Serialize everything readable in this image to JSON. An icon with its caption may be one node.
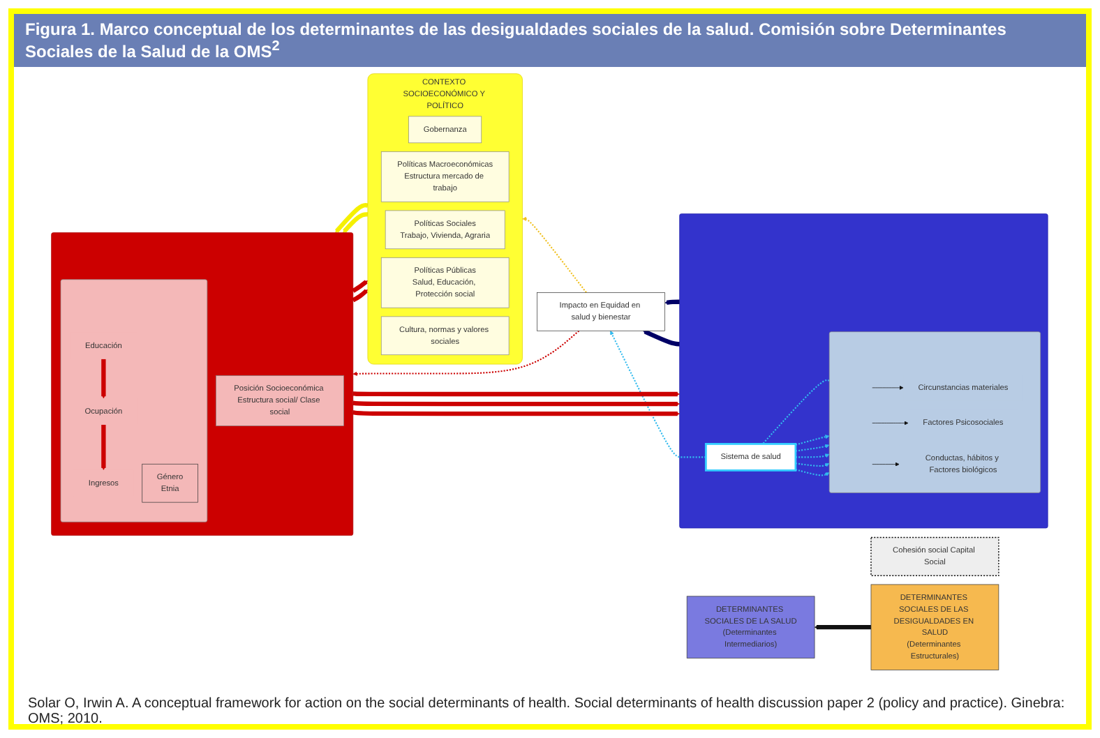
{
  "diagram": {
    "title": "Figura 1. Marco conceptual de los determinantes de las desigualdades sociales de la salud. Comisión sobre Determinantes Sociales de la Salud de la OMS$^{2}$",
    "caption": "Solar O, Irwin A. A conceptual framework for action on the social determinants of health. Social determinants of health discussion paper 2 (policy and practice). Ginebra: OMS; 2010.",
    "nodes": [
      {
        "text": [
          "CONTEXTO SOCIOECONÓMICO Y POLÍTICO"
        ]
      },
      {
        "text": [
          "Gobernanza"
        ],
        "in": 0
      },
      {
        "text": [
          "Políticas Macroeconómicas",
          "Estructura mercado de trabajo"
        ],
        "in": 0
      },
      {
        "text": [
          "Políticas Sociales",
          "Trabajo, Vivienda, Agraria"
        ],
        "in": 0
      },
      {
        "text": [
          "Políticas Públicas",
          "Salud, Educación, Protección social"
        ],
        "in": 0
      },
      {
        "text": [
          "Cultura, normas y valores sociales"
        ],
        "in": 0
      },
      {
        "text": [],
        "shape": "box"
      },
      {
        "text": [
          "Posición Socioeconómica Estructura social/ Clase social"
        ],
        "in": 6
      },
      {
        "text": [],
        "shape": "box",
        "in": 6
      },
      {
        "text": [
          "Educación"
        ],
        "in": 8
      },
      {
        "text": [
          "Ocupación"
        ],
        "in": 8
      },
      {
        "text": [
          "Ingresos"
        ],
        "in": 8
      },
      {
        "text": [
          "Género",
          "Etnia"
        ],
        "in": 8
      },
      {
        "text": [
          "Cohesión social Capital Social"
        ]
      },
      {
        "text": [],
        "shape": "box"
      },
      {
        "text": [],
        "shape": "box",
        "in": 14
      },
      {
        "text": [
          "Circunstancias materiales"
        ],
        "in": 15
      },
      {
        "text": [
          "Factores Psicosociales"
        ],
        "in": 15
      },
      {
        "text": [
          "Conductas, hábitos y Factores biológicos"
        ],
        "in": 15
      },
      {
        "text": [
          "Sistema de salud"
        ],
        "in": 14
      },
      {
        "text": [
          "Impacto en Equidad en salud y bienestar"
        ]
      },
      {
        "text": [
          "DETERMINANTES SOCIALES DE LAS DESIGUALDADES EN SALUD",
          "(Determinantes Estructurales)"
        ]
      },
      {
        "text": [
          "DETERMINANTES SOCIALES DE LA SALUD",
          "(Determinantes Intermediarios)"
        ]
      }
    ],
    "edges": [
      {
        "from": 0,
        "to": 6,
        "arrow": "to",
        "style": "thick",
        "color": "#f5f000"
      },
      {
        "from": 0,
        "to": 6,
        "arrow": "to",
        "style": "thick",
        "color": "#f5f000"
      },
      {
        "from": 6,
        "to": 14,
        "arrow": "to",
        "style": "thick",
        "color": "#cc0000"
      },
      {
        "from": 6,
        "to": 14,
        "arrow": "to",
        "style": "thick",
        "color": "#cc0000"
      },
      {
        "from": 6,
        "to": 14,
        "arrow": "to",
        "style": "thick",
        "color": "#cc0000"
      },
      {
        "from": 14,
        "to": 20,
        "arrow": "to",
        "style": "thick",
        "color": "#000066"
      },
      {
        "from": 14,
        "to": 20,
        "arrow": "to",
        "style": "thick",
        "color": "#000066"
      },
      {
        "from": 9,
        "to": 10,
        "arrow": "to",
        "style": "thick",
        "color": "#cc0000"
      },
      {
        "from": 10,
        "to": 11,
        "arrow": "to",
        "style": "thick",
        "color": "#cc0000"
      },
      {
        "from": null,
        "to": 16,
        "arrow": "to",
        "color": "#111111"
      },
      {
        "from": null,
        "to": 17,
        "arrow": "to",
        "color": "#111111"
      },
      {
        "from": null,
        "to": 18,
        "arrow": "to",
        "color": "#111111"
      },
      {
        "from": 19,
        "to": 15,
        "arrow": "to",
        "style": "dashed",
        "color": "#33bbee"
      },
      {
        "from": 19,
        "to": 15,
        "arrow": "to",
        "style": "dashed",
        "color": "#33bbee"
      },
      {
        "from": 19,
        "to": 15,
        "arrow": "to",
        "style": "dashed",
        "color": "#33bbee"
      },
      {
        "from": 19,
        "to": 15,
        "arrow": "to",
        "style": "dashed",
        "color": "#33bbee"
      },
      {
        "from": 19,
        "to": 15,
        "arrow": "to",
        "style": "dashed",
        "color": "#33bbee"
      },
      {
        "from": 15,
        "to": 19,
        "arrow": "none",
        "style": "dashed",
        "color": "#33bbee"
      },
      {
        "from": 19,
        "to": 20,
        "arrow": "to",
        "style": "dashed",
        "color": "#33bbee"
      },
      {
        "from": 6,
        "to": 0,
        "arrow": "to",
        "style": "thick",
        "color": "#cc0000"
      },
      {
        "from": 6,
        "to": 0,
        "arrow": "to",
        "style": "thick",
        "color": "#cc0000"
      },
      {
        "from": 20,
        "to": 0,
        "arrow": "to",
        "style": "dashed",
        "color": "#f0c020"
      },
      {
        "from": 20,
        "to": 6,
        "arrow": "to",
        "style": "dashed",
        "color": "#cc0000"
      },
      {
        "from": 21,
        "to": 22,
        "arrow": "to",
        "style": "thick",
        "color": "#111111"
      }
    ]
  }
}
